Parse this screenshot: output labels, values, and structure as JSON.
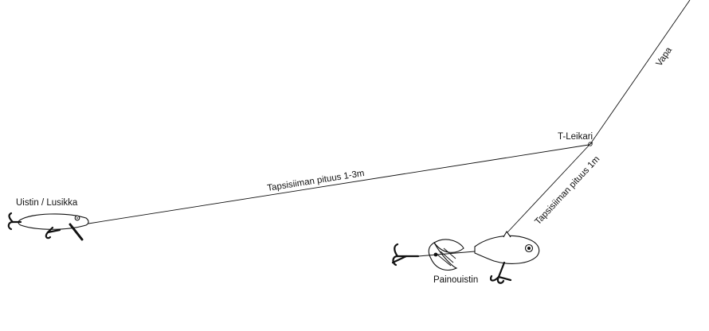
{
  "labels": {
    "rod": "Vapa",
    "swivel": "T-Leikari",
    "long_leader": "Tapsisiiman pituus 1-3m",
    "short_leader": "Tapsisiiman pituus 1m",
    "lure_spoon": "Uistin / Lusikka",
    "weighted_lure": "Painouistin"
  },
  "colors": {
    "line": "#111111",
    "background": "#ffffff"
  }
}
